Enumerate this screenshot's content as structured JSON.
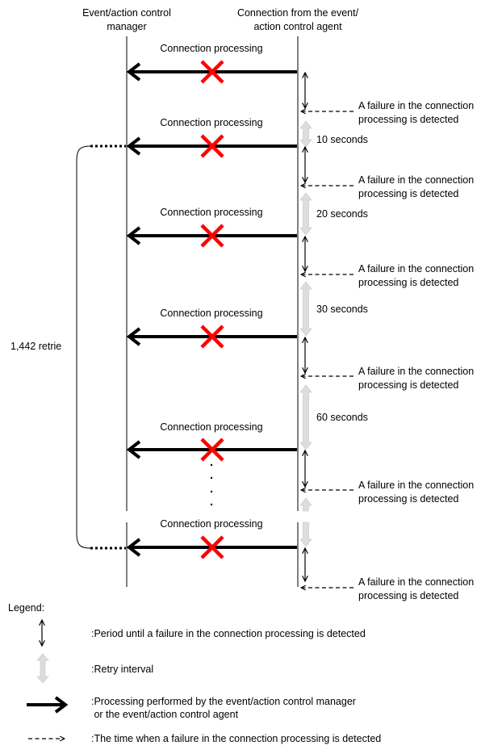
{
  "headers": {
    "manager_line1": "Event/action control",
    "manager_line2": "manager",
    "agent_line1": "Connection from the event/",
    "agent_line2": "action control agent"
  },
  "steps": [
    {
      "label": "Connection processing",
      "failure_line1": "A failure in the connection",
      "failure_line2": "processing is detected",
      "retry": "10 seconds"
    },
    {
      "label": "Connection processing",
      "failure_line1": "A failure in the connection",
      "failure_line2": "processing is detected",
      "retry": "20 seconds"
    },
    {
      "label": "Connection processing",
      "failure_line1": "A failure in the connection",
      "failure_line2": "processing is detected",
      "retry": "30 seconds"
    },
    {
      "label": "Connection processing",
      "failure_line1": "A failure in the connection",
      "failure_line2": "processing is detected",
      "retry": "60 seconds"
    },
    {
      "label": "Connection processing",
      "failure_line1": "A failure in the connection",
      "failure_line2": "processing is detected",
      "retry": ""
    },
    {
      "label": "Connection processing",
      "failure_line1": "A failure in the connection",
      "failure_line2": "processing is detected",
      "retry": ""
    },
    {
      "label": "Connection processing",
      "failure_line1": "A failure in the connection",
      "failure_line2": "processing is detected",
      "retry": ""
    }
  ],
  "retries_label": "1,442 retrie",
  "legend": {
    "title": "Legend:",
    "period": ":Period until a failure in the connection processing is detected",
    "retry": ":Retry interval",
    "processing_line1": ":Processing performed by the event/action control manager",
    "processing_line2": " or the event/action control agent",
    "detected": ":The time when a failure in the connection processing is detected"
  },
  "colors": {
    "cross": "#ff0000",
    "retry_arrow": "#dddddd",
    "line": "#000000"
  }
}
